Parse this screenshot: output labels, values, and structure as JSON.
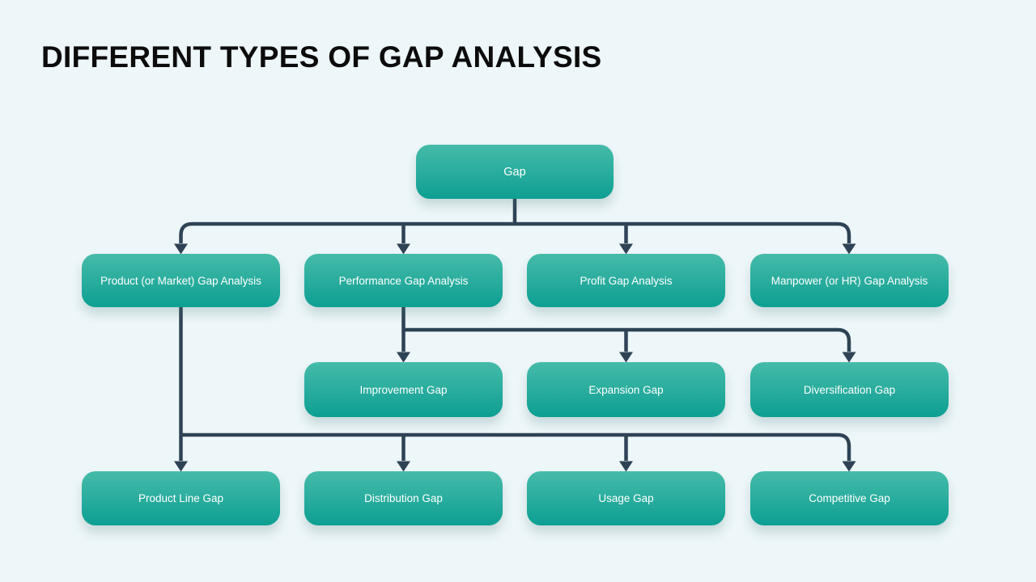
{
  "page": {
    "title": "DIFFERENT TYPES OF GAP ANALYSIS",
    "background_color": "#edf6f8"
  },
  "diagram": {
    "type": "hierarchy-flowchart",
    "root": {
      "label": "Gap"
    },
    "level2": [
      {
        "label": "Product (or Market) Gap Analysis"
      },
      {
        "label": "Performance Gap Analysis"
      },
      {
        "label": "Profit Gap Analysis"
      },
      {
        "label": "Manpower (or HR) Gap Analysis"
      }
    ],
    "level3": {
      "parent": "Performance Gap Analysis",
      "items": [
        {
          "label": "Improvement Gap"
        },
        {
          "label": "Expansion Gap"
        },
        {
          "label": "Diversification Gap"
        }
      ]
    },
    "level4": {
      "parent": "Product (or Market) Gap Analysis",
      "items": [
        {
          "label": "Product Line Gap"
        },
        {
          "label": "Distribution Gap"
        },
        {
          "label": "Usage Gap"
        },
        {
          "label": "Competitive Gap"
        }
      ]
    },
    "colors": {
      "node_gradient_top": "#46bbaa",
      "node_gradient_bottom": "#0d9f92",
      "node_text": "#ffffff",
      "connector": "#2e4355",
      "title_text": "#0c0c0c"
    }
  }
}
